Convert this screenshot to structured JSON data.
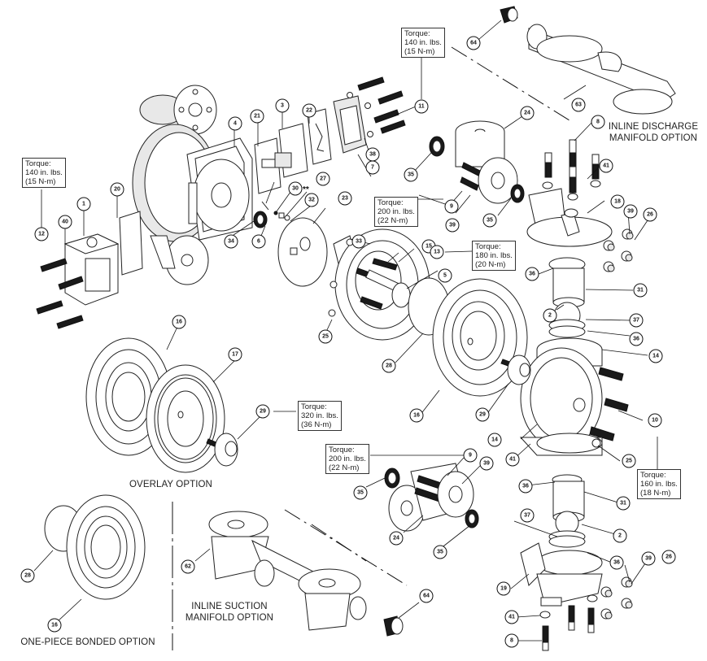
{
  "diagram": {
    "title": "Diaphragm pump exploded parts view",
    "captions": {
      "inline_discharge": [
        "INLINE DISCHARGE",
        "MANIFOLD OPTION"
      ],
      "overlay": "OVERLAY OPTION",
      "one_piece_bonded": "ONE-PIECE BONDED OPTION",
      "inline_suction": [
        "INLINE SUCTION",
        "MANIFOLD OPTION"
      ]
    },
    "torque_callouts": [
      {
        "id": "t-11",
        "part": "11",
        "lines": [
          "Torque:",
          "140 in. lbs.",
          "(15 N-m)"
        ]
      },
      {
        "id": "t-12",
        "part": "12",
        "lines": [
          "Torque:",
          "140 in. lbs.",
          "(15 N-m)"
        ]
      },
      {
        "id": "t-9-upper",
        "part": "9",
        "lines": [
          "Torque:",
          "200 in. lbs.",
          "(22 N-m)"
        ]
      },
      {
        "id": "t-13",
        "part": "13",
        "lines": [
          "Torque:",
          "180 in. lbs.",
          "(20 N-m)"
        ]
      },
      {
        "id": "t-29",
        "part": "29",
        "lines": [
          "Torque:",
          "320 in. lbs.",
          "(36 N-m)"
        ]
      },
      {
        "id": "t-9-lower",
        "part": "9",
        "lines": [
          "Torque:",
          "200 in. lbs.",
          "(22 N-m)"
        ]
      },
      {
        "id": "t-10",
        "part": "10",
        "lines": [
          "Torque:",
          "160 in. lbs.",
          "(18 N-m)"
        ]
      }
    ],
    "part_numbers": [
      "1",
      "2",
      "3",
      "4",
      "5",
      "6",
      "7",
      "8",
      "9",
      "10",
      "11",
      "12",
      "13",
      "14",
      "15",
      "16",
      "17",
      "18",
      "19",
      "20",
      "21",
      "22",
      "23",
      "24",
      "25",
      "26",
      "27",
      "28",
      "29",
      "30",
      "31",
      "32",
      "33",
      "34",
      "35",
      "36",
      "37",
      "38",
      "39",
      "40",
      "41",
      "62",
      "63",
      "64"
    ],
    "note_marker": "**"
  }
}
